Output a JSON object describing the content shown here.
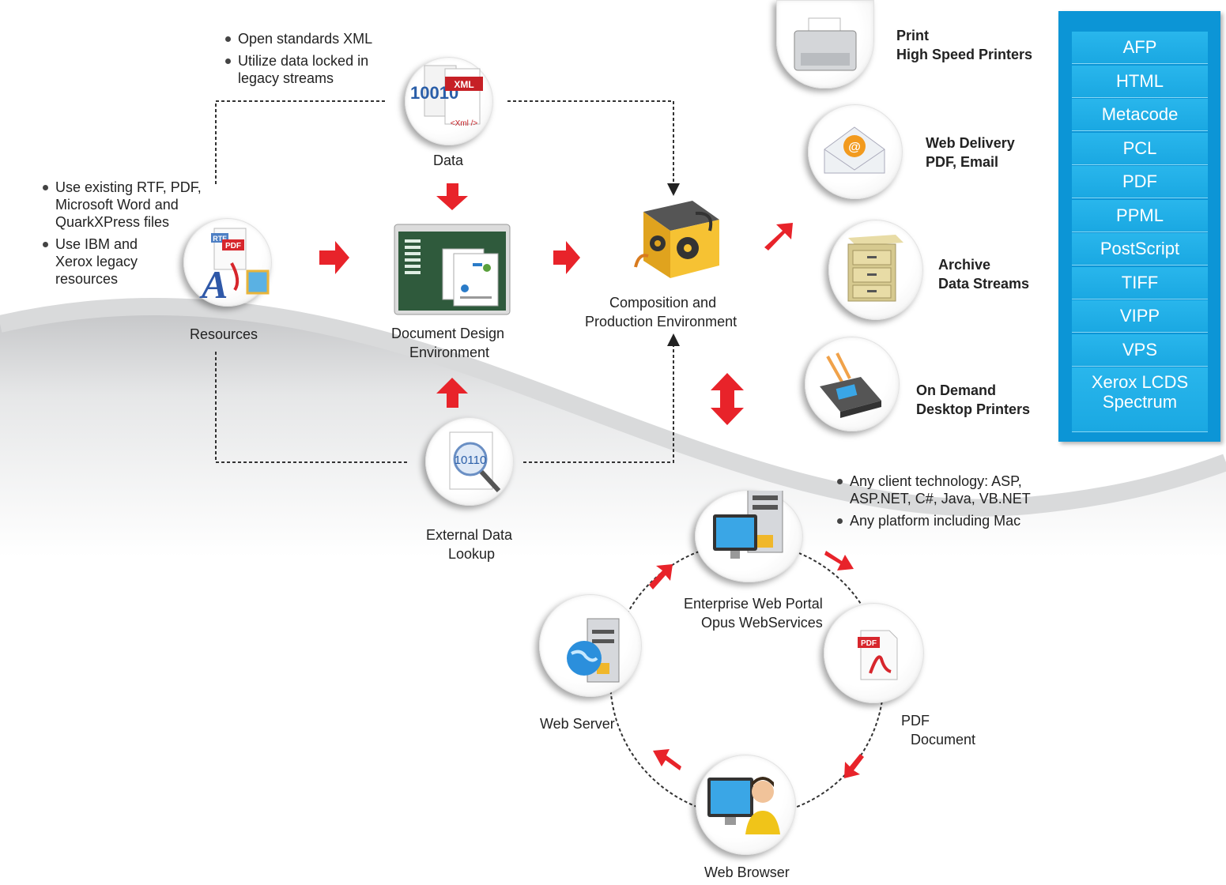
{
  "nodes": {
    "data": "Data",
    "resources": "Resources",
    "design_line1": "Document Design",
    "design_line2": "Environment",
    "composition_line1": "Composition and",
    "composition_line2": "Production Environment",
    "lookup_line1": "External Data",
    "lookup_line2": "Lookup",
    "portal_line1": "Enterprise Web Portal",
    "portal_line2": "Opus WebServices",
    "web_server": "Web Server",
    "pdf_line1": "PDF",
    "pdf_line2": "Document",
    "web_browser": "Web Browser"
  },
  "icons": {
    "xml_badge": "XML",
    "xml_tag": "<Xml />",
    "binary": "10010",
    "lookup_binary": "10110",
    "pdf_badge": "PDF",
    "rtf_badge": "RTF"
  },
  "outputs": [
    {
      "line1": "Print",
      "line2": "High Speed Printers"
    },
    {
      "line1": "Web Delivery",
      "line2": "PDF, Email"
    },
    {
      "line1": "Archive",
      "line2": "Data Streams"
    },
    {
      "line1": "On Demand",
      "line2": "Desktop Printers"
    }
  ],
  "bullets": {
    "data": [
      "Open standards XML",
      "Utilize data locked in legacy streams"
    ],
    "resources": [
      "Use existing RTF, PDF, Microsoft Word and QuarkXPress files",
      "Use IBM and Xerox legacy resources"
    ],
    "portal": [
      "Any client technology: ASP, ASP.NET, C#, Java, VB.NET",
      "Any platform including Mac"
    ]
  },
  "formats": [
    "AFP",
    "HTML",
    "Metacode",
    "PCL",
    "PDF",
    "PPML",
    "PostScript",
    "TIFF",
    "VIPP",
    "VPS",
    "Xerox LCDS Spectrum"
  ],
  "colors": {
    "arrow": "#e8232a",
    "panel": "#0c95d6",
    "panel_item": "#1fb0e8",
    "wave": "#c9cacc"
  }
}
